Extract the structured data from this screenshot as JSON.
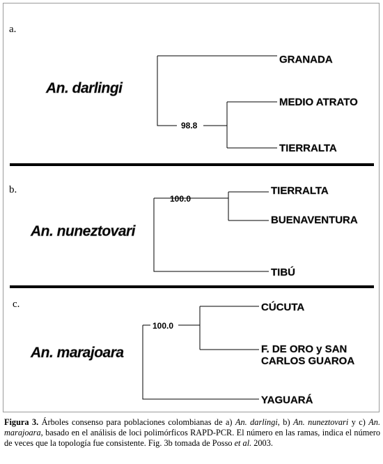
{
  "panels": [
    {
      "letter": "a.",
      "species": "An. darlingi",
      "support": "98.8",
      "taxa": [
        "GRANADA",
        "MEDIO ATRATO",
        "TIERRALTA"
      ]
    },
    {
      "letter": "b.",
      "species": "An. nuneztovari",
      "support": "100.0",
      "taxa": [
        "TIERRALTA",
        "BUENAVENTURA",
        "TIBÚ"
      ]
    },
    {
      "letter": "c.",
      "species": "An. marajoara",
      "support": "100.0",
      "taxa": [
        "CÚCUTA",
        "F. DE ORO y SAN",
        "CARLOS GUAROA",
        "YAGUARÁ"
      ]
    }
  ],
  "caption": {
    "label": "Figura 3.",
    "text1": " Árboles consenso para poblaciones colombianas de a) ",
    "sp1": "An. darlingi",
    "text2": ", b) ",
    "sp2": "An. nuneztovari",
    "text3": " y c) ",
    "sp3": "An. marajoara",
    "text4": ", basado en el análisis de loci polimórficos RAPD-PCR. El número en las ramas, indica el número de veces que la topología fue consistente. Fig. 3b tomada de Posso ",
    "etal": "et al.",
    "text5": " 2003."
  }
}
